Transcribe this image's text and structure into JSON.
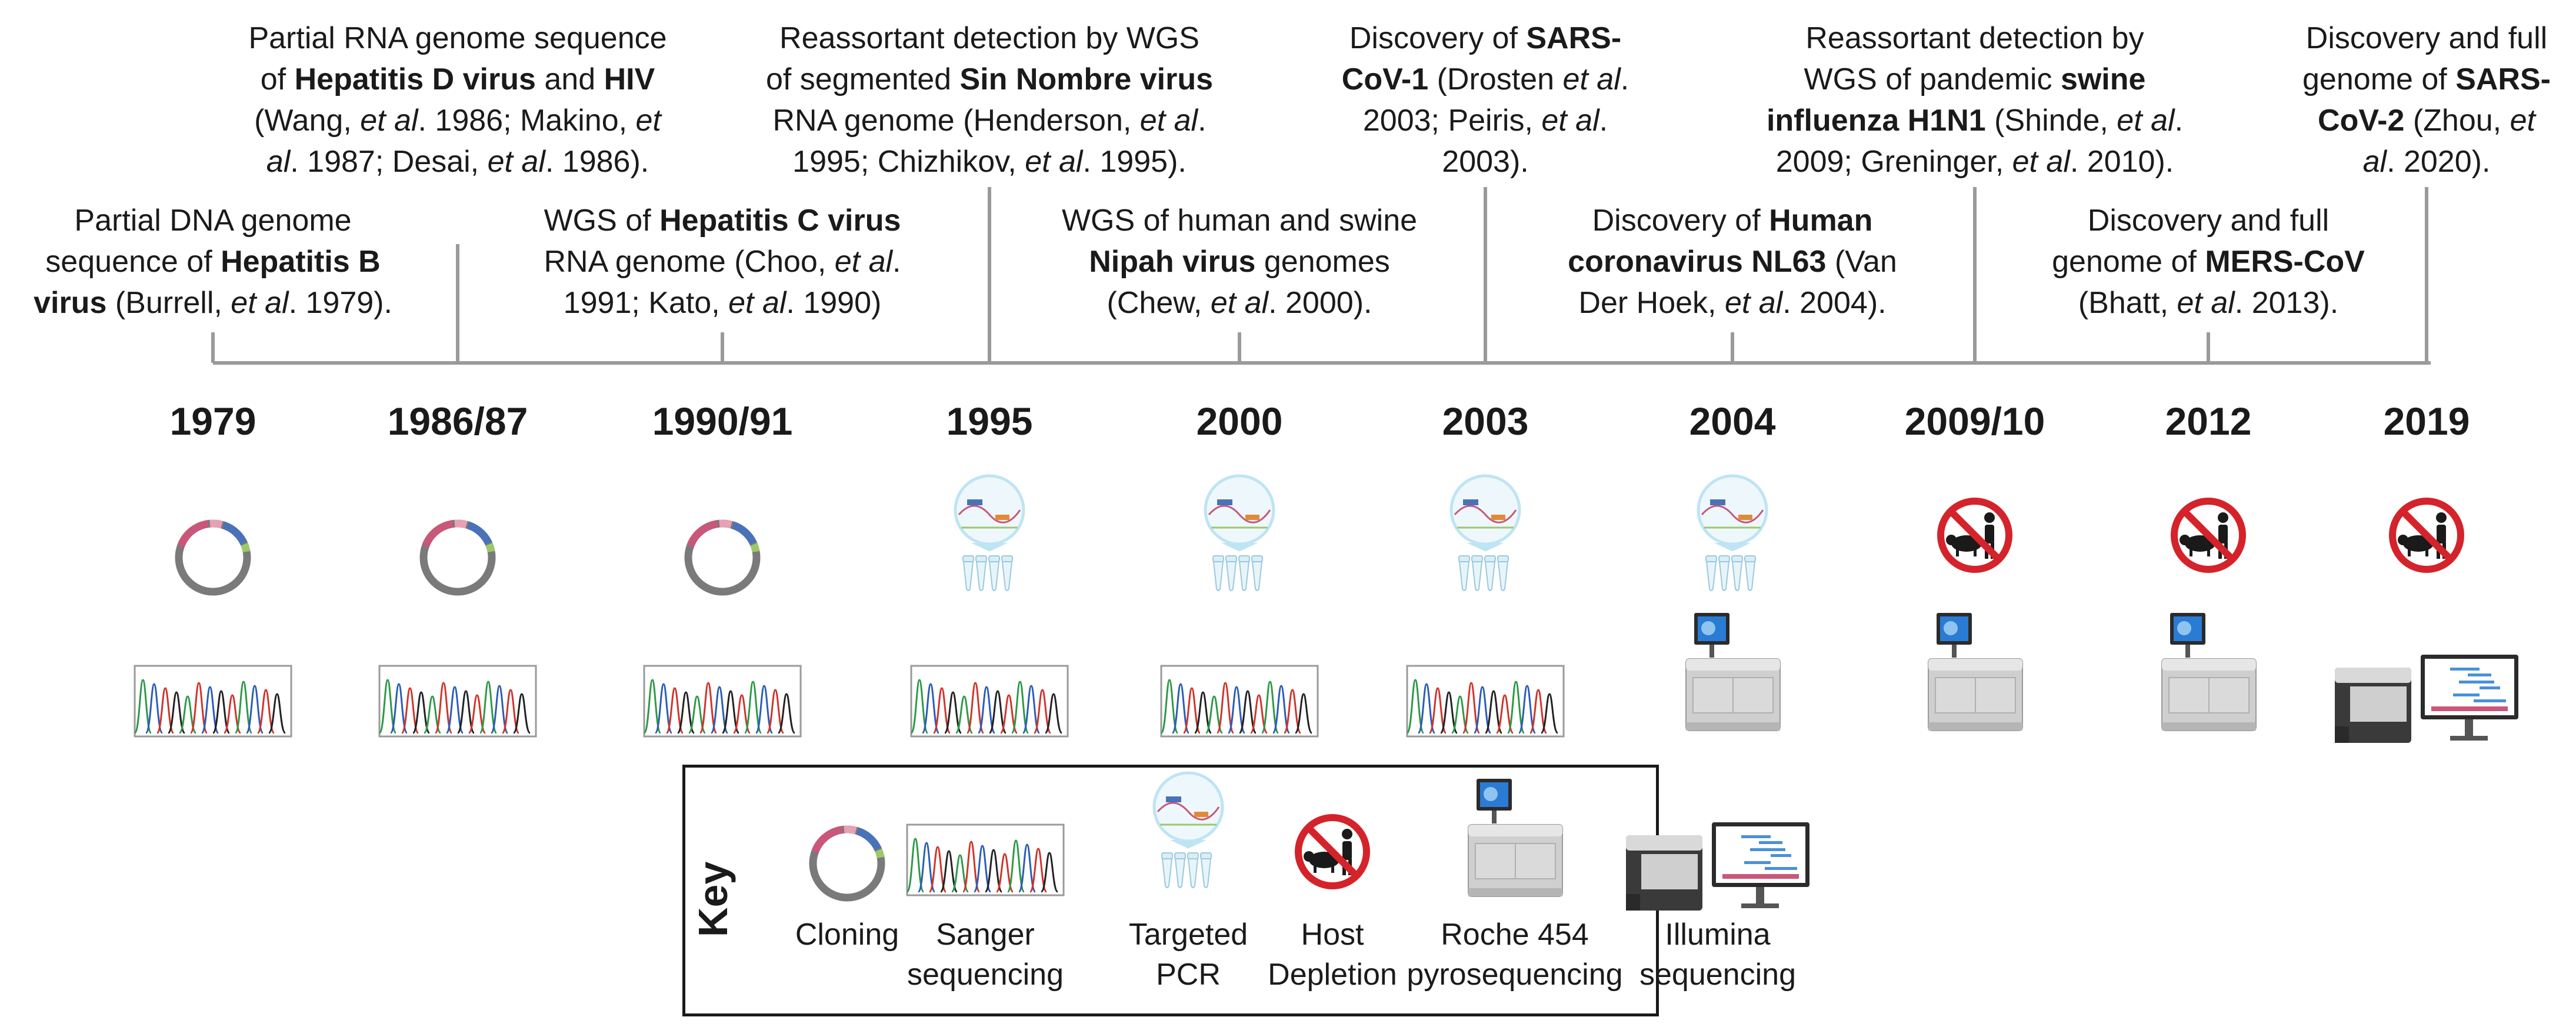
{
  "events": [
    {
      "id": "hbv",
      "lines": [
        [
          {
            "t": "Partial DNA genome"
          }
        ],
        [
          {
            "t": "sequence of "
          },
          {
            "t": "Hepatitis B",
            "b": true
          }
        ],
        [
          {
            "t": "virus",
            "b": true
          },
          {
            "t": " (Burrell, "
          },
          {
            "t": "et al",
            "i": true
          },
          {
            "t": ". 1979)."
          }
        ]
      ]
    },
    {
      "id": "hdv",
      "lines": [
        [
          {
            "t": "Partial RNA genome sequence"
          }
        ],
        [
          {
            "t": "of "
          },
          {
            "t": "Hepatitis D virus",
            "b": true
          },
          {
            "t": " and "
          },
          {
            "t": "HIV",
            "b": true
          }
        ],
        [
          {
            "t": "(Wang, "
          },
          {
            "t": "et al",
            "i": true
          },
          {
            "t": ". 1986; Makino, "
          },
          {
            "t": "et",
            "i": true
          }
        ],
        [
          {
            "t": "al",
            "i": true
          },
          {
            "t": ". 1987; Desai, "
          },
          {
            "t": "et al",
            "i": true
          },
          {
            "t": ". 1986)."
          }
        ]
      ]
    },
    {
      "id": "hcv",
      "lines": [
        [
          {
            "t": "WGS of "
          },
          {
            "t": "Hepatitis C virus",
            "b": true
          }
        ],
        [
          {
            "t": "RNA genome (Choo, "
          },
          {
            "t": "et al",
            "i": true
          },
          {
            "t": "."
          }
        ],
        [
          {
            "t": "1991; Kato, "
          },
          {
            "t": "et al",
            "i": true
          },
          {
            "t": ". 1990)"
          }
        ]
      ]
    },
    {
      "id": "snv",
      "lines": [
        [
          {
            "t": "Reassortant detection by WGS"
          }
        ],
        [
          {
            "t": "of segmented "
          },
          {
            "t": "Sin Nombre virus",
            "b": true
          }
        ],
        [
          {
            "t": "RNA genome (Henderson, "
          },
          {
            "t": "et al",
            "i": true
          },
          {
            "t": "."
          }
        ],
        [
          {
            "t": "1995; Chizhikov, "
          },
          {
            "t": "et al",
            "i": true
          },
          {
            "t": ". 1995)."
          }
        ]
      ]
    },
    {
      "id": "nipah",
      "lines": [
        [
          {
            "t": "WGS of human and swine"
          }
        ],
        [
          {
            "t": "Nipah virus",
            "b": true
          },
          {
            "t": " genomes"
          }
        ],
        [
          {
            "t": "(Chew, "
          },
          {
            "t": "et al",
            "i": true
          },
          {
            "t": ". 2000)."
          }
        ]
      ]
    },
    {
      "id": "sars1",
      "lines": [
        [
          {
            "t": "Discovery of "
          },
          {
            "t": "SARS-",
            "b": true
          }
        ],
        [
          {
            "t": "CoV-1",
            "b": true
          },
          {
            "t": " (Drosten "
          },
          {
            "t": "et al",
            "i": true
          },
          {
            "t": "."
          }
        ],
        [
          {
            "t": "2003; Peiris, "
          },
          {
            "t": "et al",
            "i": true
          },
          {
            "t": "."
          }
        ],
        [
          {
            "t": "2003)."
          }
        ]
      ]
    },
    {
      "id": "nl63",
      "lines": [
        [
          {
            "t": "Discovery of "
          },
          {
            "t": "Human",
            "b": true
          }
        ],
        [
          {
            "t": "coronavirus NL63",
            "b": true
          },
          {
            "t": " (Van"
          }
        ],
        [
          {
            "t": "Der Hoek, "
          },
          {
            "t": "et al",
            "i": true
          },
          {
            "t": ". 2004)."
          }
        ]
      ]
    },
    {
      "id": "h1n1",
      "lines": [
        [
          {
            "t": "Reassortant detection by"
          }
        ],
        [
          {
            "t": "WGS of pandemic "
          },
          {
            "t": "swine",
            "b": true
          }
        ],
        [
          {
            "t": "influenza H1N1",
            "b": true
          },
          {
            "t": " (Shinde, "
          },
          {
            "t": "et al",
            "i": true
          },
          {
            "t": "."
          }
        ],
        [
          {
            "t": "2009; Greninger, "
          },
          {
            "t": "et al",
            "i": true
          },
          {
            "t": ". 2010)."
          }
        ]
      ]
    },
    {
      "id": "mers",
      "lines": [
        [
          {
            "t": "Discovery and full"
          }
        ],
        [
          {
            "t": "genome of "
          },
          {
            "t": "MERS-CoV",
            "b": true
          }
        ],
        [
          {
            "t": "(Bhatt, "
          },
          {
            "t": "et al",
            "i": true
          },
          {
            "t": ". 2013)."
          }
        ]
      ]
    },
    {
      "id": "sars2",
      "lines": [
        [
          {
            "t": "Discovery and full"
          }
        ],
        [
          {
            "t": "genome of "
          },
          {
            "t": "SARS-",
            "b": true
          }
        ],
        [
          {
            "t": "CoV-2",
            "b": true
          },
          {
            "t": " (Zhou, "
          },
          {
            "t": "et",
            "i": true
          }
        ],
        [
          {
            "t": "al",
            "i": true
          },
          {
            "t": ". 2020)."
          }
        ]
      ]
    }
  ],
  "years": [
    "1979",
    "1986/87",
    "1990/91",
    "1995",
    "2000",
    "2003",
    "2004",
    "2009/10",
    "2012",
    "2019"
  ],
  "methods_by_year": [
    [
      "cloning",
      "sanger"
    ],
    [
      "cloning",
      "sanger"
    ],
    [
      "cloning",
      "sanger"
    ],
    [
      "pcr",
      "sanger"
    ],
    [
      "pcr",
      "sanger"
    ],
    [
      "pcr",
      "sanger"
    ],
    [
      "pcr",
      "roche"
    ],
    [
      "host",
      "roche"
    ],
    [
      "host",
      "roche"
    ],
    [
      "host",
      "illumina"
    ]
  ],
  "key": {
    "title": "Key",
    "items": [
      {
        "icon": "cloning",
        "lines": [
          "Cloning"
        ]
      },
      {
        "icon": "sanger",
        "lines": [
          "Sanger",
          "sequencing"
        ]
      },
      {
        "icon": "pcr",
        "lines": [
          "Targeted",
          "PCR"
        ]
      },
      {
        "icon": "host",
        "lines": [
          "Host",
          "Depletion"
        ]
      },
      {
        "icon": "roche",
        "lines": [
          "Roche 454",
          "pyrosequencing"
        ]
      },
      {
        "icon": "illumina",
        "lines": [
          "Illumina",
          "sequencing"
        ]
      }
    ]
  },
  "colors": {
    "axis": "#9a9a9a",
    "plasmid_gray": "#7a7a7a",
    "plasmid_pink": "#c9577a",
    "plasmid_blue": "#4a72b8",
    "trace_red": "#d0352b",
    "trace_blue": "#2c5db8",
    "trace_green": "#2e9a47",
    "trace_black": "#222222",
    "prohibit_red": "#d4232a",
    "pcr_tube": "#bfe4f4",
    "machine_gray": "#cfcfcf",
    "monitor_blue": "#2a7bd4"
  }
}
